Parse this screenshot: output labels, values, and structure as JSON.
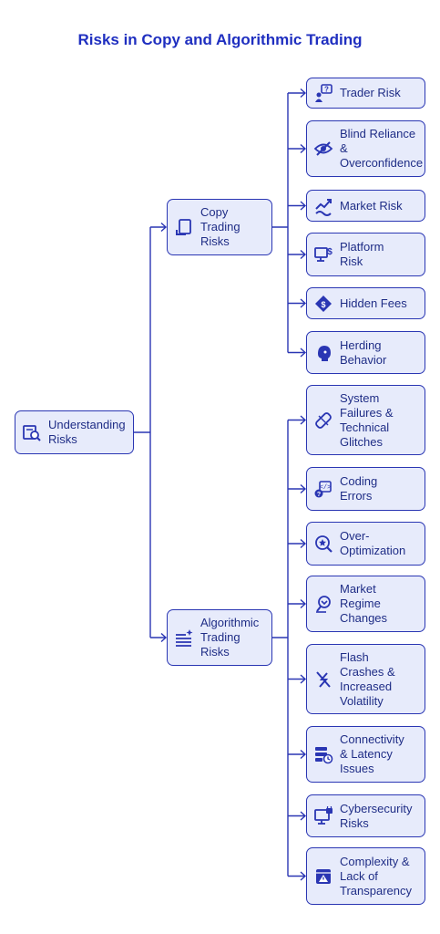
{
  "title": "Risks in Copy and Algorithmic Trading",
  "root": {
    "label": "Understanding\nRisks",
    "icon": "book-search-icon"
  },
  "branches": [
    {
      "label": "Copy\nTrading\nRisks",
      "icon": "document-icon",
      "children": [
        {
          "label": "Trader Risk",
          "icon": "person-question-icon"
        },
        {
          "label": "Blind Reliance\n&\nOverconfidence",
          "icon": "eye-slash-icon"
        },
        {
          "label": "Market Risk",
          "icon": "chart-trend-icon"
        },
        {
          "label": "Platform\nRisk",
          "icon": "monitor-dollar-icon"
        },
        {
          "label": "Hidden Fees",
          "icon": "price-tag-icon"
        },
        {
          "label": "Herding\nBehavior",
          "icon": "head-icon"
        }
      ]
    },
    {
      "label": "Algorithmic\nTrading\nRisks",
      "icon": "sparkle-lines-icon",
      "children": [
        {
          "label": "System\nFailures &\nTechnical\nGlitches",
          "icon": "broken-bandage-icon"
        },
        {
          "label": "Coding\nErrors",
          "icon": "code-error-icon"
        },
        {
          "label": "Over-\nOptimization",
          "icon": "magnifier-star-icon"
        },
        {
          "label": "Market\nRegime\nChanges",
          "icon": "refresh-search-icon"
        },
        {
          "label": "Flash\nCrashes &\nIncreased\nVolatility",
          "icon": "lightning-icon"
        },
        {
          "label": "Connectivity\n& Latency\nIssues",
          "icon": "server-clock-icon"
        },
        {
          "label": "Cybersecurity\nRisks",
          "icon": "monitor-lock-icon"
        },
        {
          "label": "Complexity &\nLack of\nTransparency",
          "icon": "warning-window-icon"
        }
      ]
    }
  ]
}
